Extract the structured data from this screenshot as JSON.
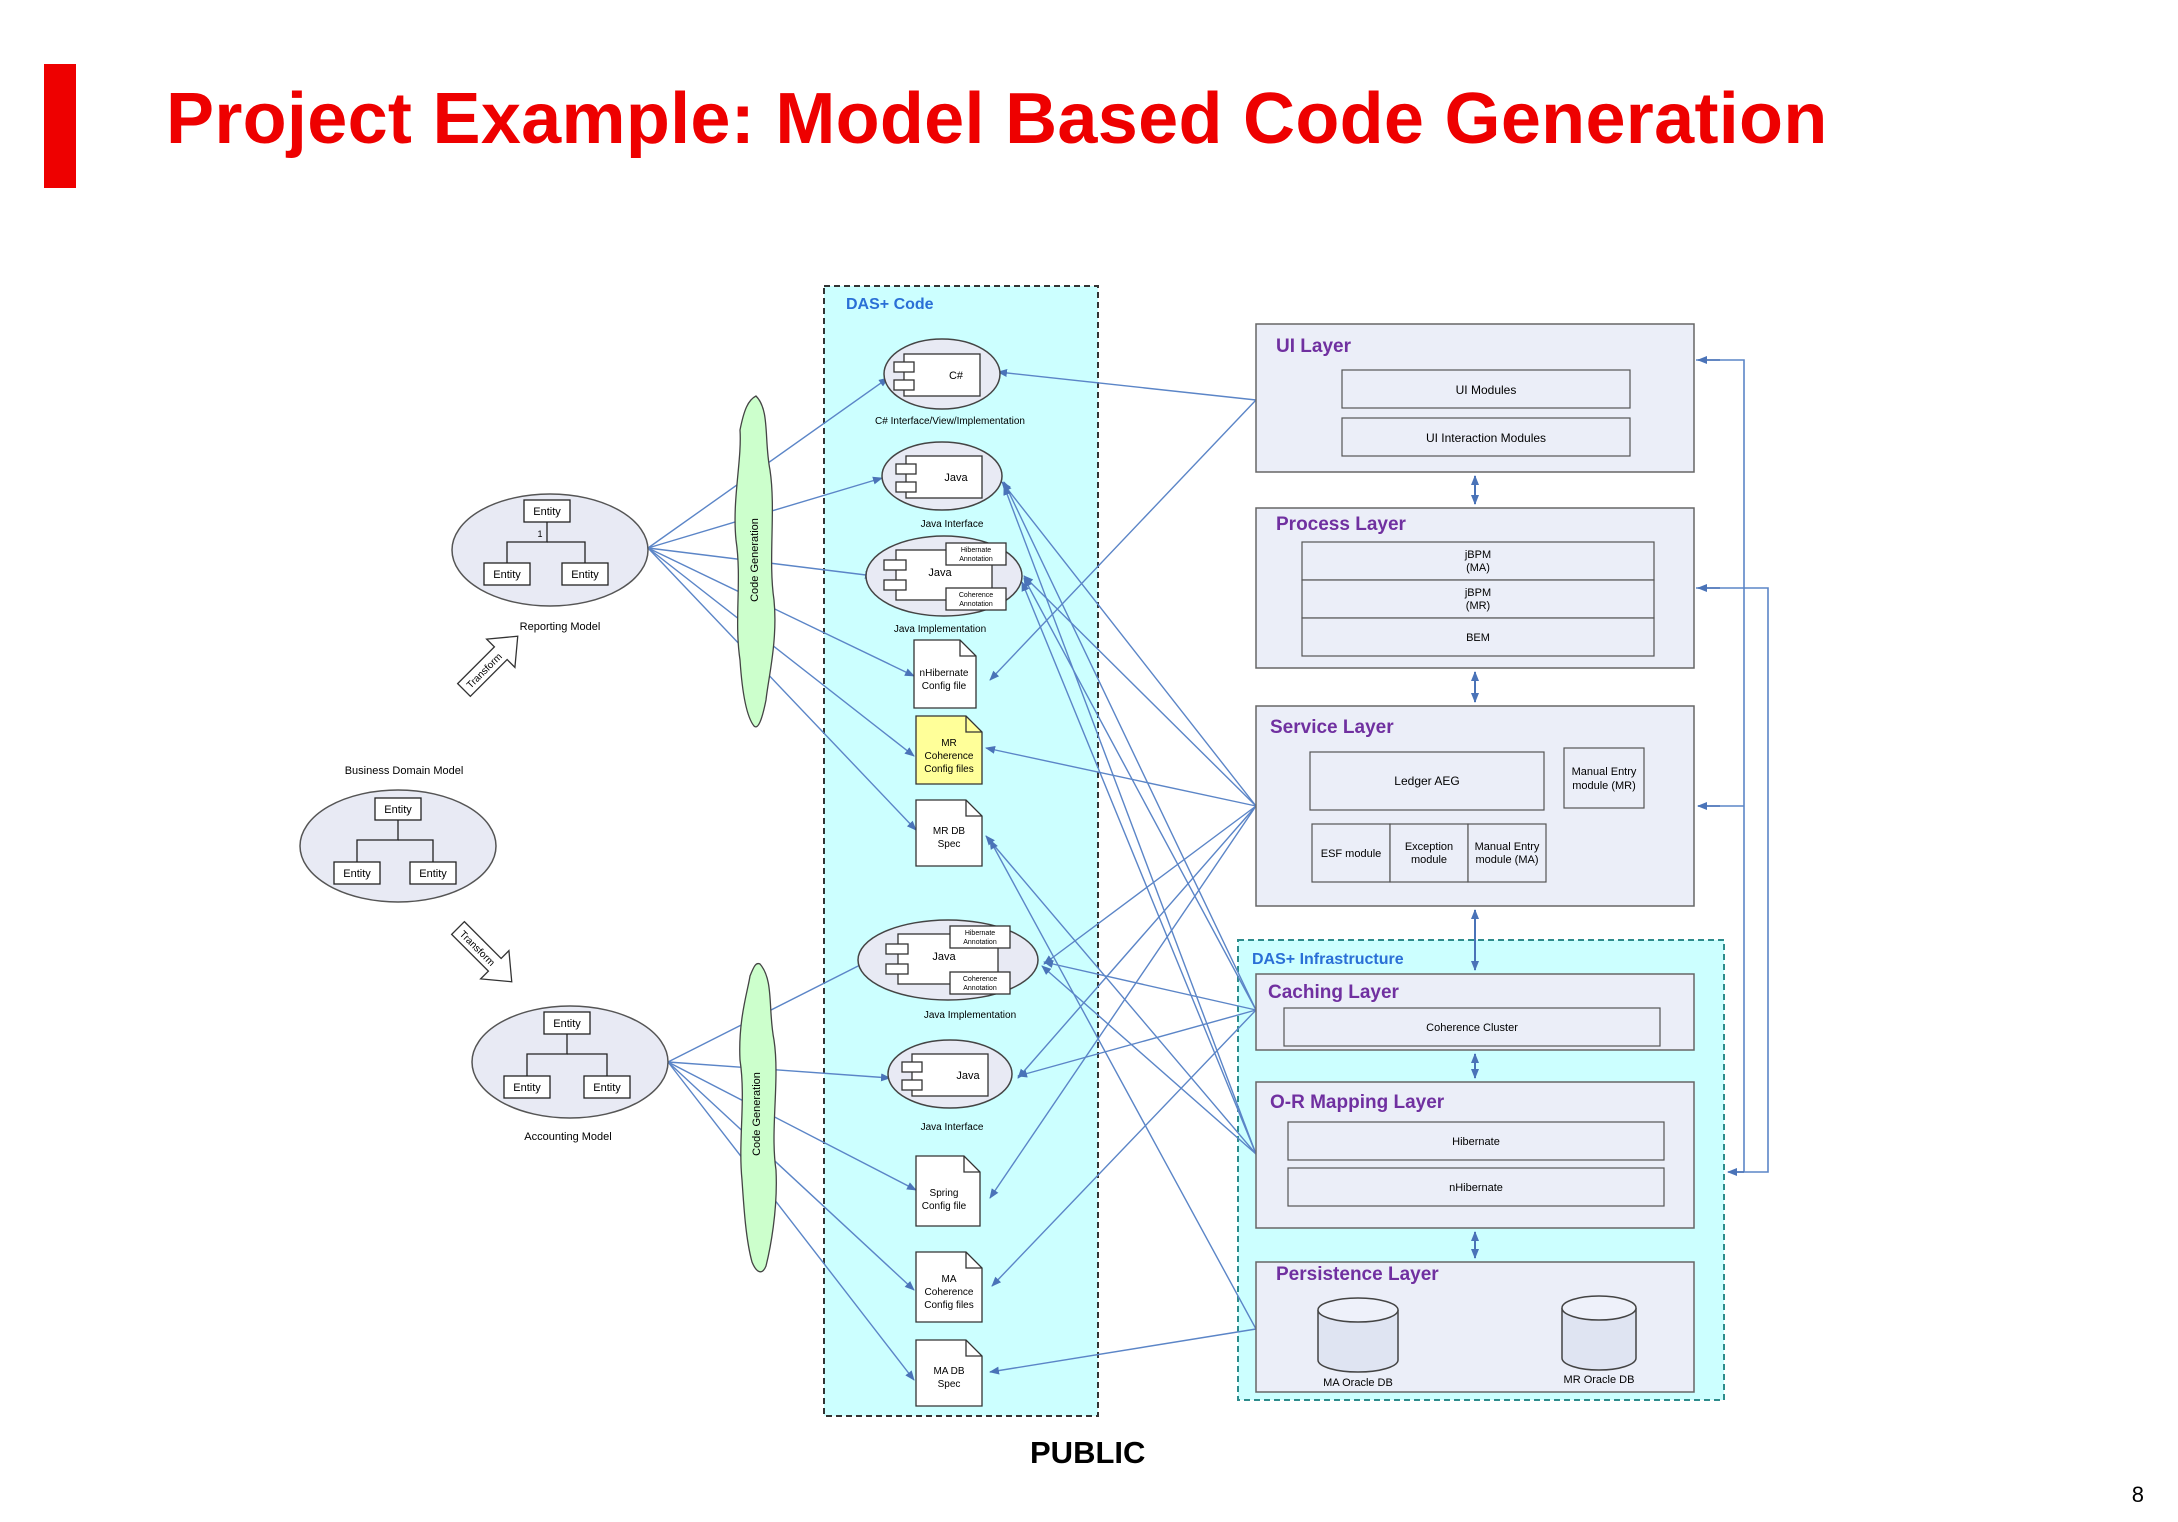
{
  "slide": {
    "title": "Project Example: Model Based Code Generation",
    "classification": "PUBLIC",
    "page_number": "8",
    "accent_color": "#ee0000"
  },
  "diagram": {
    "das_code": {
      "title": "DAS+ Code",
      "artifacts": {
        "csharp_label": "C#",
        "csharp_caption": "C# Interface/View/Implementation",
        "java_label": "Java",
        "java_interface_caption": "Java Interface",
        "java_implementation_caption": "Java Implementation",
        "hibernate_annotation_1": "Hibernate",
        "hibernate_annotation_2": "Annotation",
        "coherence_annotation_1": "Coherence",
        "coherence_annotation_2": "Annotation",
        "nhibernate_config_1": "nHibernate",
        "nhibernate_config_2": "Config file",
        "mr_coherence_1": "MR",
        "mr_coherence_2": "Coherence",
        "mr_coherence_3": "Config files",
        "mr_db_1": "MR DB",
        "mr_db_2": "Spec",
        "spring_config_1": "Spring",
        "spring_config_2": "Config file",
        "ma_coherence_1": "MA",
        "ma_coherence_2": "Coherence",
        "ma_coherence_3": "Config files",
        "ma_db_1": "MA DB",
        "ma_db_2": "Spec"
      }
    },
    "models": {
      "business_domain": "Business Domain Model",
      "reporting": "Reporting Model",
      "accounting": "Accounting Model",
      "entity": "Entity",
      "multiplicity": "1",
      "transform": "Transform",
      "code_generation": "Code Generation"
    },
    "layers": {
      "ui": {
        "title": "UI Layer",
        "modules": [
          "UI Modules",
          "UI Interaction Modules"
        ]
      },
      "process": {
        "title": "Process Layer",
        "jbpm_ma_1": "jBPM",
        "jbpm_ma_2": "(MA)",
        "jbpm_mr_1": "jBPM",
        "jbpm_mr_2": "(MR)",
        "bem": "BEM"
      },
      "service": {
        "title": "Service Layer",
        "ledger": "Ledger AEG",
        "manual_mr_1": "Manual Entry",
        "manual_mr_2": "module (MR)",
        "esf": "ESF module",
        "exception_1": "Exception",
        "exception_2": "module",
        "manual_ma_1": "Manual Entry",
        "manual_ma_2": "module (MA)"
      },
      "infrastructure_title": "DAS+ Infrastructure",
      "caching": {
        "title": "Caching Layer",
        "cluster": "Coherence Cluster"
      },
      "or_mapping": {
        "title": "O-R Mapping Layer",
        "hibernate": "Hibernate",
        "nhibernate": "nHibernate"
      },
      "persistence": {
        "title": "Persistence Layer",
        "ma_db": "MA Oracle DB",
        "mr_db": "MR Oracle DB"
      }
    },
    "colors": {
      "das_code_fill": "#ccffff",
      "layer_fill": "#ebeef8",
      "layer_title": "#7030a0",
      "infra_title": "#2a6fd6",
      "connector": "#5b85c7",
      "cloud_fill": "#ccffcc",
      "mr_config_fill": "#ffff99"
    }
  }
}
